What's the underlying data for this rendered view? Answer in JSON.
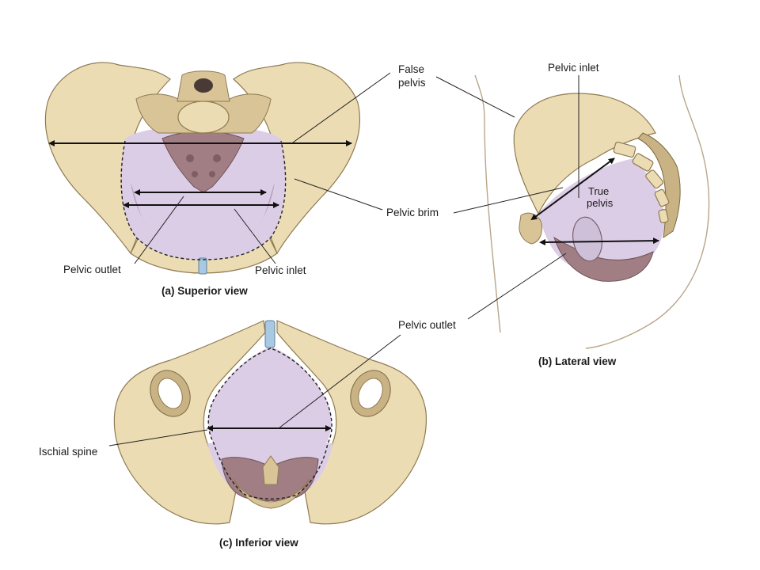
{
  "labels": {
    "false_pelvis_line1": "False",
    "false_pelvis_line2": "pelvis",
    "pelvic_inlet_lateral": "Pelvic inlet",
    "true_pelvis_line1": "True",
    "true_pelvis_line2": "pelvis",
    "pelvic_brim": "Pelvic brim",
    "pelvic_outlet_superior": "Pelvic outlet",
    "pelvic_inlet_superior": "Pelvic inlet",
    "pelvic_outlet_center": "Pelvic outlet",
    "ischial_spine": "Ischial spine"
  },
  "captions": {
    "superior": "(a) Superior view",
    "lateral": "(b) Lateral view",
    "inferior": "(c) Inferior view"
  },
  "colors": {
    "bone": "#ecdcb4",
    "bone_outline": "#8f7a52",
    "cavity": "#dccde6",
    "inner_tissue": "#a07e84",
    "disc": "#a9c9e3"
  }
}
